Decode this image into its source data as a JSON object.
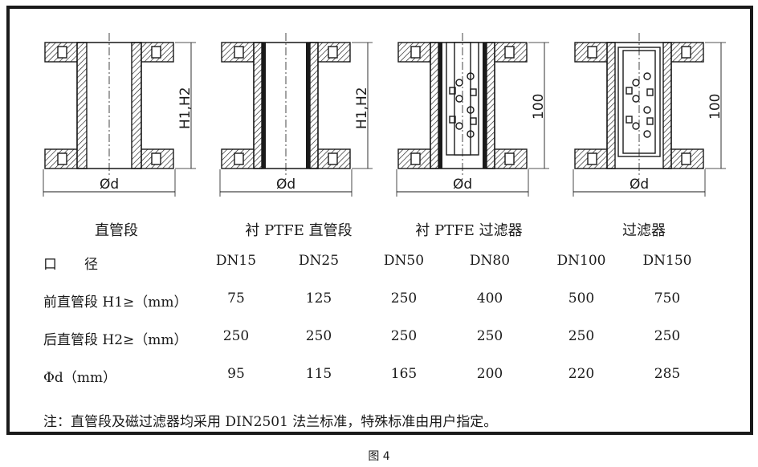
{
  "drawings": {
    "dim_d": "Ød",
    "dim_h": "H1,H2",
    "dim_100": "100"
  },
  "captions": [
    "直管段",
    "衬 PTFE 直管段",
    "衬 PTFE 过滤器",
    "过滤器"
  ],
  "table": {
    "header": {
      "label": "口　　径",
      "values": [
        "DN15",
        "DN25",
        "DN50",
        "DN80",
        "DN100",
        "DN150"
      ]
    },
    "rows": [
      {
        "label": "前直管段 H1≥（mm）",
        "values": [
          "75",
          "125",
          "250",
          "400",
          "500",
          "750"
        ]
      },
      {
        "label": "后直管段 H2≥（mm）",
        "values": [
          "250",
          "250",
          "250",
          "250",
          "250",
          "250"
        ]
      },
      {
        "label": "Φd（mm）",
        "values": [
          "95",
          "115",
          "165",
          "200",
          "220",
          "285"
        ]
      }
    ]
  },
  "note": "注：直管段及磁过滤器均采用 DIN2501 法兰标准，特殊标准由用户指定。",
  "figure_caption": "图 4"
}
